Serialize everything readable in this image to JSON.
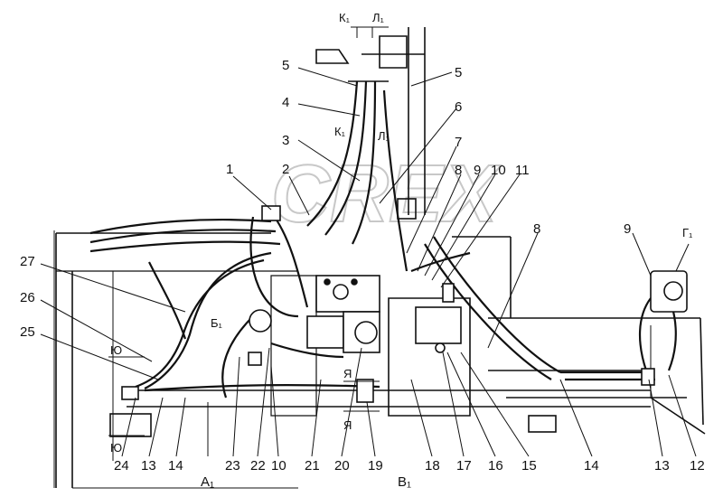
{
  "diagram": {
    "watermark": "CREX",
    "number_labels": [
      "1",
      "2",
      "3",
      "4",
      "5",
      "5",
      "6",
      "7",
      "8",
      "9",
      "10",
      "11",
      "8",
      "9",
      "12",
      "13",
      "14",
      "15",
      "16",
      "17",
      "18",
      "19",
      "20",
      "21",
      "10",
      "22",
      "23",
      "14",
      "13",
      "24",
      "25",
      "26",
      "27"
    ],
    "section_labels": {
      "k1_top": "К₁",
      "l1_top": "Л₁",
      "k1_mid": "К₁",
      "l1_mid": "Л₁",
      "b1": "Б₁",
      "g1": "Г₁",
      "yu_top": "Ю",
      "yu_bottom": "Ю",
      "ya_top": "Я",
      "ya_bottom": "Я",
      "a1": "А₁",
      "v1": "В₁"
    }
  }
}
